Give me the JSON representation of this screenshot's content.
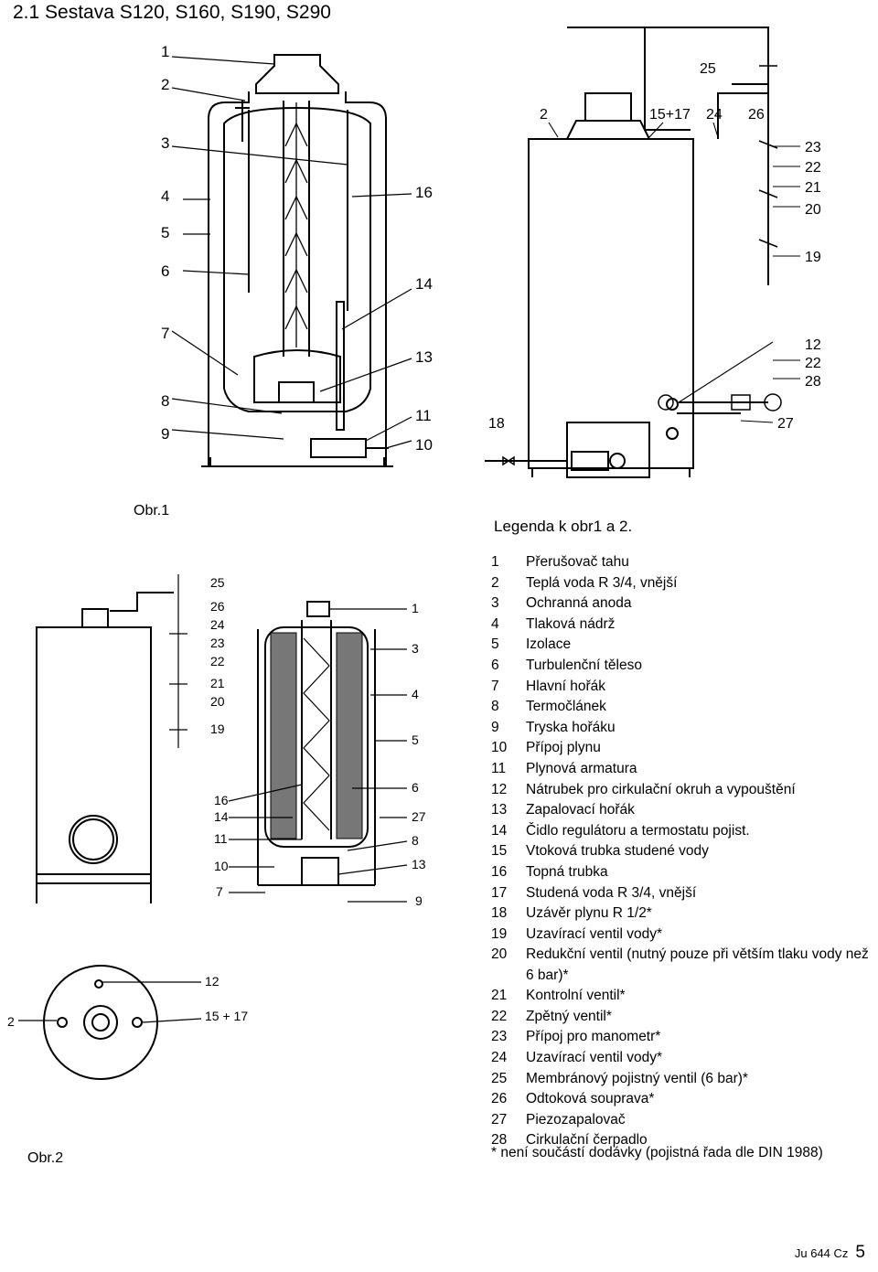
{
  "page": {
    "title": "2.1 Sestava S120, S160, S190, S290",
    "fig1_label": "Obr.1",
    "fig2_label": "Obr.2",
    "legend_title": "Legenda k obr1 a 2.",
    "footer": {
      "text": "Ju 644 Cz",
      "page_number": "5"
    }
  },
  "fig1_callouts": {
    "left": [
      "1",
      "2",
      "3",
      "4",
      "5",
      "6",
      "7",
      "8",
      "9"
    ],
    "right": [
      "16",
      "14",
      "13",
      "11",
      "10"
    ]
  },
  "fig1b_callouts": [
    "2",
    "15+17",
    "24",
    "25",
    "26",
    "23",
    "22",
    "21",
    "20",
    "19",
    "12",
    "22",
    "28",
    "27",
    "18"
  ],
  "fig2_callouts": {
    "valves": [
      "25",
      "26",
      "24",
      "23",
      "22",
      "21",
      "20",
      "19"
    ],
    "side": [
      "16",
      "14",
      "11",
      "10",
      "7"
    ],
    "section": [
      "1",
      "3",
      "4",
      "5",
      "6",
      "27",
      "8",
      "13",
      "9"
    ],
    "top": [
      "12",
      "2",
      "15 + 17"
    ]
  },
  "legend": [
    {
      "num": "1",
      "text": "Přerušovač tahu"
    },
    {
      "num": "2",
      "text": "Teplá voda R 3/4, vnější"
    },
    {
      "num": "3",
      "text": "Ochranná anoda"
    },
    {
      "num": "4",
      "text": "Tlaková nádrž"
    },
    {
      "num": "5",
      "text": "Izolace"
    },
    {
      "num": "6",
      "text": "Turbulenční těleso"
    },
    {
      "num": "7",
      "text": "Hlavní hořák"
    },
    {
      "num": "8",
      "text": "Termočlánek"
    },
    {
      "num": "9",
      "text": "Tryska hořáku"
    },
    {
      "num": "10",
      "text": "Přípoj plynu"
    },
    {
      "num": "11",
      "text": "Plynová armatura"
    },
    {
      "num": "12",
      "text": "Nátrubek pro cirkulační okruh a vypouštění"
    },
    {
      "num": "13",
      "text": "Zapalovací hořák"
    },
    {
      "num": "14",
      "text": "Čidlo regulátoru a termostatu pojist."
    },
    {
      "num": "15",
      "text": "Vtoková trubka studené vody"
    },
    {
      "num": "16",
      "text": "Topná trubka"
    },
    {
      "num": "17",
      "text": "Studená voda R 3/4, vnější"
    },
    {
      "num": "18",
      "text": "Uzávěr plynu R 1/2*"
    },
    {
      "num": "19",
      "text": "Uzavírací ventil vody*"
    },
    {
      "num": "20",
      "text": "Redukční ventil (nutný pouze při větším tlaku vody než 6 bar)*"
    },
    {
      "num": "21",
      "text": "Kontrolní ventil*"
    },
    {
      "num": "22",
      "text": "Zpětný ventil*"
    },
    {
      "num": "23",
      "text": "Přípoj pro manometr*"
    },
    {
      "num": "24",
      "text": "Uzavírací ventil vody*"
    },
    {
      "num": "25",
      "text": "Membránový pojistný ventil (6 bar)*"
    },
    {
      "num": "26",
      "text": "Odtoková souprava*"
    },
    {
      "num": "27",
      "text": "Piezozapalovač"
    },
    {
      "num": "28",
      "text": "Cirkulační čerpadlo"
    }
  ],
  "note": "* není součástí dodávky (pojistná řada dle DIN 1988)"
}
